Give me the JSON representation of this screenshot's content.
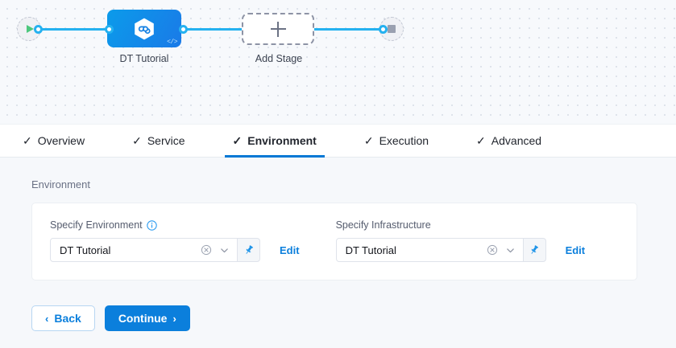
{
  "canvas": {
    "start_node": {
      "name": "pipeline-start",
      "icon": "play-icon"
    },
    "end_node": {
      "name": "pipeline-end",
      "icon": "stop-icon"
    },
    "stage": {
      "label": "DT Tutorial",
      "icon": "harness-hexagon-icon",
      "badge": "</>"
    },
    "add_stage": {
      "label": "Add Stage",
      "icon": "plus-icon"
    }
  },
  "tabs": [
    {
      "label": "Overview",
      "check": "✓",
      "active": false
    },
    {
      "label": "Service",
      "check": "✓",
      "active": false
    },
    {
      "label": "Environment",
      "check": "✓",
      "active": true
    },
    {
      "label": "Execution",
      "check": "✓",
      "active": false
    },
    {
      "label": "Advanced",
      "check": "✓",
      "active": false
    }
  ],
  "content": {
    "section_title": "Environment",
    "fields": [
      {
        "label": "Specify Environment",
        "has_info": true,
        "value": "DT Tutorial",
        "edit_label": "Edit"
      },
      {
        "label": "Specify Infrastructure",
        "has_info": false,
        "value": "DT Tutorial",
        "edit_label": "Edit"
      }
    ]
  },
  "actions": {
    "back_label": "Back",
    "back_chevron": "‹",
    "continue_label": "Continue",
    "continue_chevron": "›"
  },
  "colors": {
    "accent_blue": "#0b7fdc",
    "connector_blue": "#25b1f0",
    "canvas_bg": "#f7f9fc",
    "content_bg": "#f6f8fb",
    "start_green": "#4dc77d"
  }
}
